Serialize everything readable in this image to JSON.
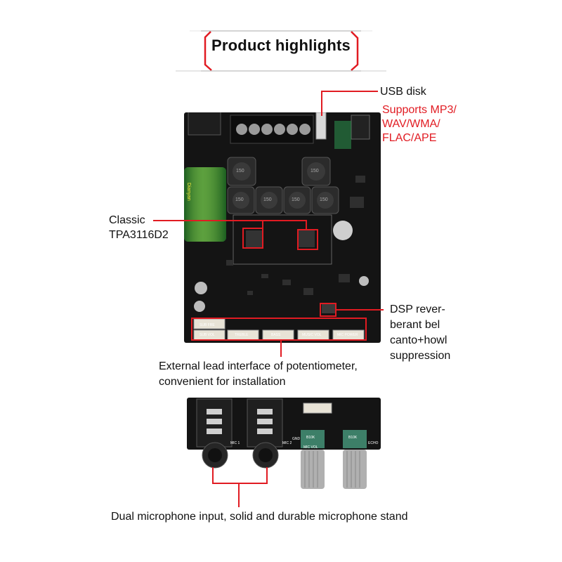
{
  "header": {
    "title": "Product highlights"
  },
  "callouts": {
    "usb": {
      "title": "USB disk",
      "formats": [
        "Supports MP3/",
        "WAV/WMA/",
        "FLAC/APE"
      ]
    },
    "chip": {
      "lines": [
        "Classic",
        "TPA3116D2"
      ]
    },
    "dsp": {
      "lines": [
        "DSP rever-",
        "berant bel",
        "canto+howl",
        "suppression"
      ]
    },
    "pot": {
      "lines": [
        "External lead interface of potentiometer,",
        "convenient for installation"
      ]
    },
    "mic": {
      "text": "Dual microphone input, solid and durable microphone stand"
    }
  },
  "board_silkscreen": {
    "connectors": [
      "SUB FRE",
      "SUB VOL",
      "TREBLE",
      "BASS",
      "MUSIC VOL",
      "MIC POWER"
    ],
    "mic_board": [
      "MIC 1",
      "MIC 2",
      "MIC VOL",
      "ECHO",
      "GND",
      "B10K",
      "B10K"
    ],
    "cap": [
      "Dianyan"
    ],
    "inductors": [
      "150",
      "150",
      "150",
      "150",
      "150",
      "150"
    ]
  },
  "colors": {
    "accent": "#e11b22",
    "board": "#141414",
    "text": "#111111"
  }
}
